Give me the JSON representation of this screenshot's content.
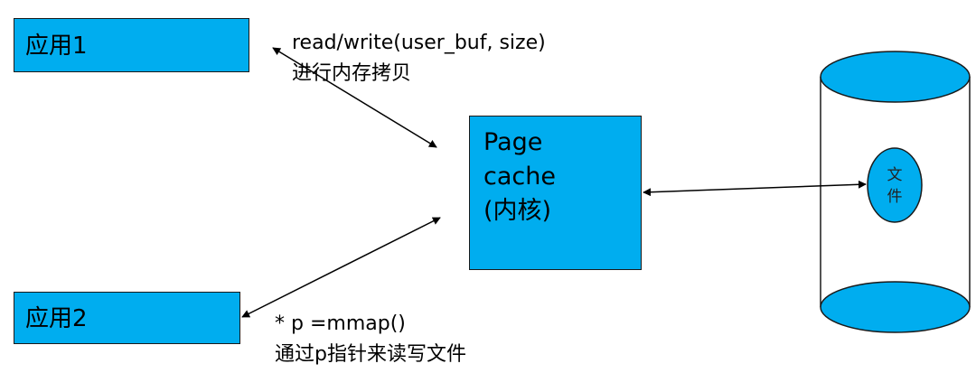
{
  "apps": {
    "app1_label": "应用1",
    "app2_label": "应用2"
  },
  "page_cache": {
    "line1": "Page",
    "line2": "cache",
    "line3": "(内核)"
  },
  "notes": {
    "rw_line1": "read/write(user_buf, size)",
    "rw_line2": "进行内存拷贝",
    "mmap_line1": "* p =mmap()",
    "mmap_line2": "通过p指针来读写文件"
  },
  "disk": {
    "file_line1": "文",
    "file_line2": "件"
  },
  "colors": {
    "box_fill": "#00adef",
    "outline": "#1a1a1a"
  }
}
